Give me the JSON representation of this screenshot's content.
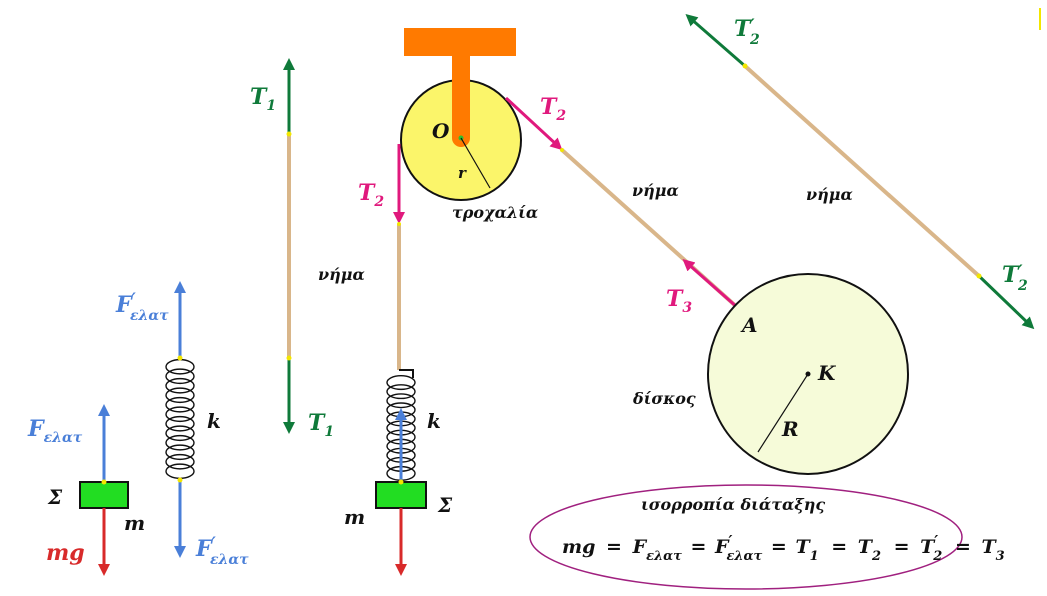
{
  "colors": {
    "tension": "#0f7a3a",
    "tension_pulley": "#e0197d",
    "spring_force": "#4a7fd8",
    "weight": "#d82a2a",
    "rope": "#d9b68a",
    "support": "#ff7a00",
    "pulley_fill": "#fbf56a",
    "disc_fill": "#f6fbd9",
    "block_fill": "#22dd22",
    "ellipse_stroke": "#a0207f",
    "dot": "#f2e600"
  },
  "labels": {
    "T1": "T",
    "T1_sub": "1",
    "T2": "T",
    "T2_sub": "2",
    "T2p": "T",
    "T2p_prime": "′",
    "T2p_sub": "2",
    "T3": "T",
    "T3_sub": "3",
    "F": "F",
    "F_sub": "ελατ",
    "F_prime": "′",
    "mg": "mg",
    "m": "m",
    "sigma": "Σ",
    "k": "k",
    "O": "O",
    "r": "r",
    "A": "A",
    "K": "K",
    "R": "R",
    "rope_word": "νήμα",
    "pulley_word": "τροχαλία",
    "disc_word": "δίσκος"
  },
  "equilibrium": {
    "title": "ισορροπία διάταξης",
    "mg": "mg",
    "eq": "=",
    "F": "F",
    "F_sub": "ελατ",
    "F_prime": "′",
    "T": "T",
    "sub1": "1",
    "sub2": "2",
    "sub3": "3",
    "prime": "′"
  }
}
